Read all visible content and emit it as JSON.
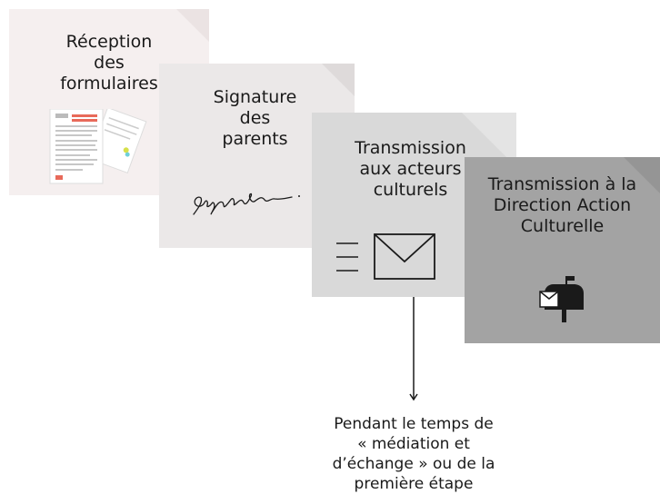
{
  "steps": [
    {
      "title": "Réception\ndes\nformulaires",
      "image": "form-document-icon"
    },
    {
      "title": "Signature\ndes\nparents",
      "image": "handwritten-signature"
    },
    {
      "title": "Transmission\naux acteurs\nculturels",
      "image": "envelope-icon"
    },
    {
      "title": "Transmission à la\nDirection Action\nCulturelle",
      "image": "mailbox-icon"
    }
  ],
  "note": "Pendant le temps de\n« médiation et\nd’échange » ou de la\npremière étape",
  "colors": {
    "card1": "#f5efef",
    "card2": "#ebe8e8",
    "card3": "#d9d9d9",
    "card4": "#a3a3a3",
    "fold": "#d0d0d0",
    "ink": "#1a1a1a"
  }
}
